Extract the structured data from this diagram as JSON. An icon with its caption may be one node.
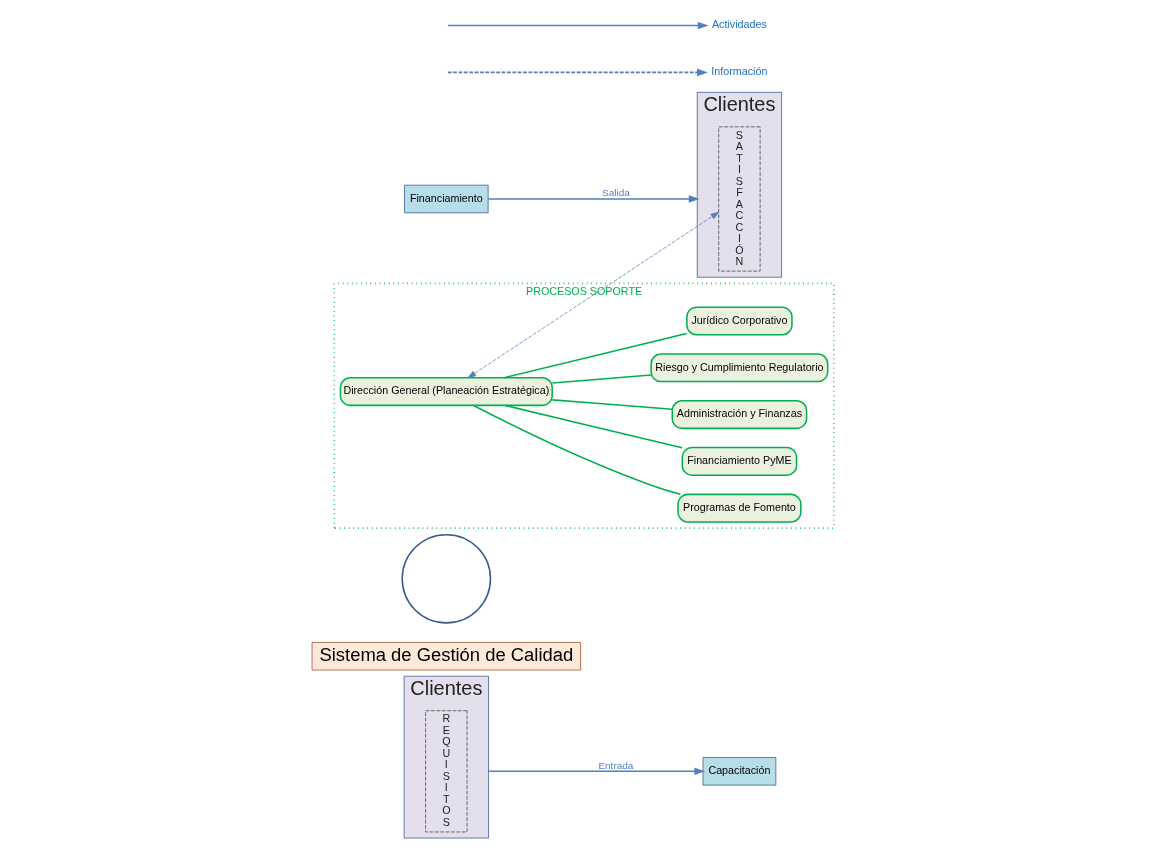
{
  "diagram": {
    "nodes": [
      {
        "text": [
          "Clientes"
        ]
      },
      {
        "text": [
          "R E Q U I S I T O S"
        ],
        "in": 0
      },
      {
        "text": [
          "Sistema de Gestión de Calidad"
        ]
      },
      {
        "text": [],
        "shape": "circle"
      },
      {
        "text": [
          "Capacitación"
        ]
      },
      {
        "text": [
          "Financiamiento"
        ]
      },
      {
        "text": [
          "Clientes"
        ]
      },
      {
        "text": [
          "S A T I S F A C C I Ó N"
        ],
        "in": 6
      },
      {
        "text": [
          "PROCESOS SOPORTE"
        ]
      },
      {
        "text": [
          "Dirección General (Planeación Estratégica)"
        ],
        "in": 8
      },
      {
        "text": [
          "Programas de Fomento"
        ],
        "in": 8
      },
      {
        "text": [
          "Financiamiento PyME"
        ],
        "in": 8
      },
      {
        "text": [
          "Administración y Finanzas"
        ],
        "in": 8
      },
      {
        "text": [
          "Riesgo y Cumplimiento Regulatorio"
        ],
        "in": 8
      },
      {
        "text": [
          "Jurídico Corporativo"
        ],
        "in": 8
      }
    ],
    "edges": [
      {
        "from": 0,
        "to": 4,
        "arrow": "to",
        "label": "Entrada",
        "color": "#4f81bd"
      },
      {
        "from": 5,
        "to": 6,
        "arrow": "to",
        "label": "Salida",
        "color": "#4f81bd"
      },
      {
        "from": 9,
        "to": 7,
        "arrow": "both",
        "style": "dashed",
        "color": "#4f81bd"
      },
      {
        "from": 9,
        "to": 10,
        "arrow": "none"
      },
      {
        "from": 9,
        "to": 11,
        "arrow": "none"
      },
      {
        "from": 9,
        "to": 12,
        "arrow": "none"
      },
      {
        "from": 9,
        "to": 13,
        "arrow": "none"
      },
      {
        "from": 9,
        "to": 14,
        "arrow": "none"
      }
    ],
    "legend": [
      {
        "text": "Actividades"
      },
      {
        "text": "Información"
      }
    ]
  }
}
